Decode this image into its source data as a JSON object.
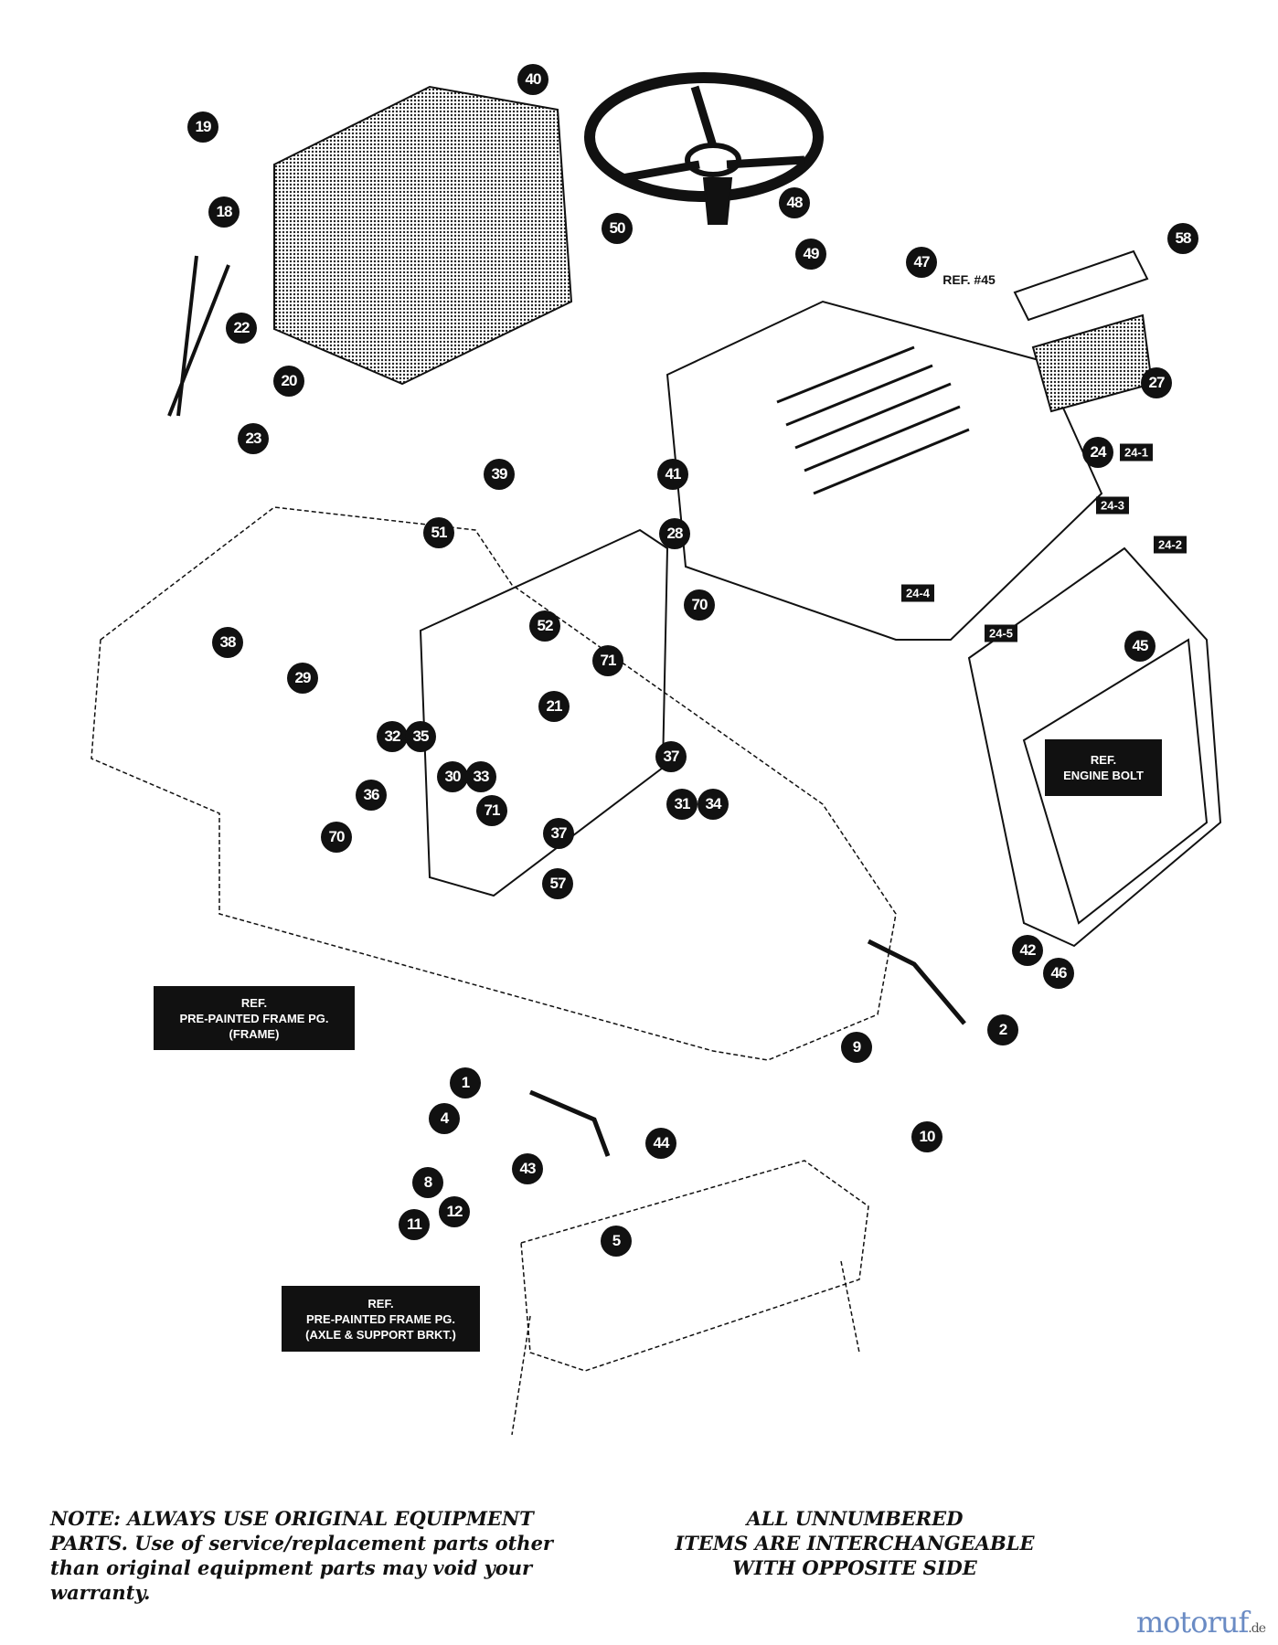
{
  "callouts": {
    "c40": "40",
    "c19": "19",
    "c18": "18",
    "c22": "22",
    "c20": "20",
    "c23": "23",
    "c50": "50",
    "c48": "48",
    "c49": "49",
    "c47": "47",
    "c58": "58",
    "c27": "27",
    "c24": "24",
    "c45": "45",
    "c39": "39",
    "c41": "41",
    "c51": "51",
    "c28": "28",
    "c70a": "70",
    "c52": "52",
    "c38": "38",
    "c29": "29",
    "c71a": "71",
    "c21": "21",
    "c32": "32",
    "c35": "35",
    "c37a": "37",
    "c36": "36",
    "c30": "30",
    "c33": "33",
    "c71b": "71",
    "c31": "31",
    "c34": "34",
    "c70b": "70",
    "c37b": "37",
    "c57": "57",
    "c42": "42",
    "c46": "46",
    "c2": "2",
    "c1": "1",
    "c9": "9",
    "c4": "4",
    "c10": "10",
    "c44": "44",
    "c43": "43",
    "c8": "8",
    "c12": "12",
    "c11": "11",
    "c5": "5"
  },
  "tags": {
    "t24_1": "24-1",
    "t24_2": "24-2",
    "t24_3": "24-3",
    "t24_4": "24-4",
    "t24_5": "24-5"
  },
  "ref45": "REF. #45",
  "ref_engine_bolt": {
    "line1": "REF.",
    "line2": "ENGINE BOLT"
  },
  "ref_frame": {
    "line1": "REF.",
    "line2": "PRE-PAINTED FRAME PG.",
    "line3": "(FRAME)"
  },
  "ref_axle": {
    "line1": "REF.",
    "line2": "PRE-PAINTED FRAME PG.",
    "line3": "(AXLE & SUPPORT BRKT.)"
  },
  "notes": {
    "left": "NOTE: ALWAYS USE ORIGINAL EQUIPMENT PARTS. Use of service/replacement parts other than original equipment parts may void your warranty.",
    "right_1": "ALL UNNUMBERED",
    "right_2": "ITEMS ARE INTERCHANGEABLE",
    "right_3": "WITH OPPOSITE SIDE"
  },
  "watermark": {
    "text": "motoruf",
    "suffix": ".de"
  }
}
